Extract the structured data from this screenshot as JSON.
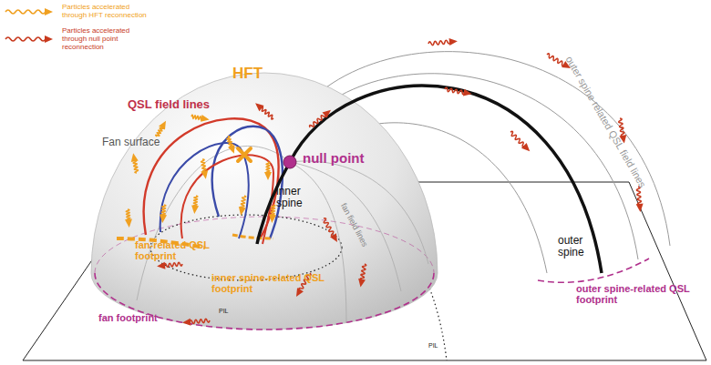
{
  "diagram": {
    "labels": [
      "HFT",
      "QSL field lines",
      "Fan surface",
      "null point",
      "inner spine",
      "fan field lines",
      "outer spine",
      "outer spine related QSL field lines",
      "fan-related QSL footprint",
      "inner spine-related QSL footprint",
      "PIL",
      "PIL",
      "fan footprint",
      "outer spine-related QSL footprint"
    ],
    "legend": [
      {
        "text": "Particles accelerated through HFT reconnection"
      },
      {
        "text": "Particles accelerated through null point reconnection"
      }
    ]
  }
}
